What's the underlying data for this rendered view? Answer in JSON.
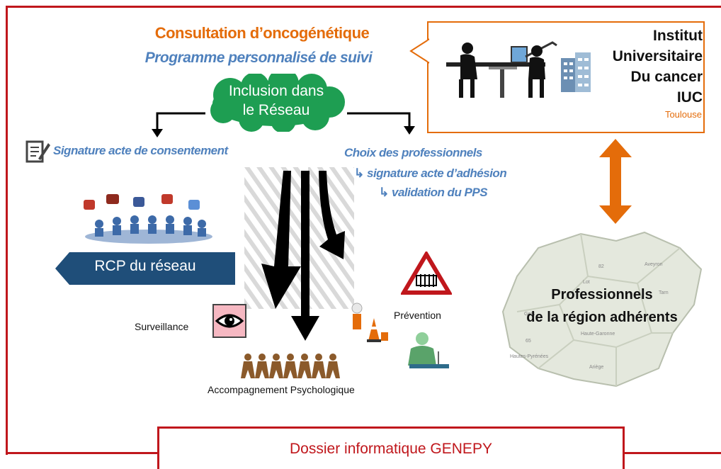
{
  "header": {
    "title": "Consultation d’oncogénétique",
    "subtitle": "Programme personnalisé de suivi"
  },
  "cloud": {
    "line1": "Inclusion dans",
    "line2": "le Réseau"
  },
  "institution": {
    "line1": "Institut",
    "line2": "Universitaire",
    "line3": "Du cancer",
    "line4": "IUC",
    "city": "Toulouse"
  },
  "left_branch": {
    "label": "Signature acte de consentement"
  },
  "right_branch": {
    "label": "Choix des professionnels",
    "step1": "signature acte d’adhésion",
    "step2": "validation du PPS"
  },
  "rcp": {
    "label": "RCP du réseau"
  },
  "outputs": {
    "surveillance": "Surveillance",
    "prevention": "Prévention",
    "accompagnement": "Accompagnement Psychologique"
  },
  "region": {
    "line1": "Professionnels",
    "line2": "de la région adhérents",
    "map_labels": [
      "Lot",
      "Aveyron",
      "Tarn",
      "Haute-Garonne",
      "Gers",
      "Hautes-Pyrénées",
      "Ariège",
      "82",
      "65"
    ]
  },
  "footer": {
    "label": "Dossier informatique GENEPY"
  },
  "colors": {
    "accent_red": "#c0171c",
    "orange": "#e46c0a",
    "blue": "#4f81bd",
    "cloud_green": "#1e9e52",
    "navy": "#1f4e79"
  }
}
